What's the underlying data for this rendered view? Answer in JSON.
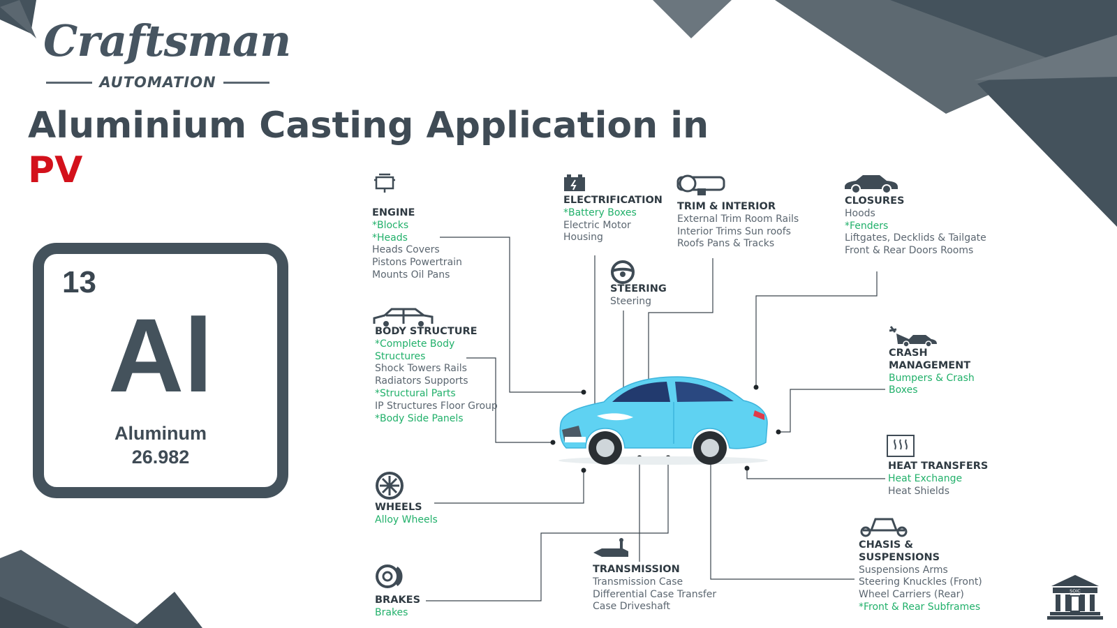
{
  "brand": {
    "name": "Craftsman",
    "tagline": "AUTOMATION"
  },
  "title": {
    "line1": "Aluminium Casting Application in",
    "line2": "PV"
  },
  "element": {
    "number": "13",
    "symbol": "Al",
    "name": "Aluminum",
    "mass": "26.982"
  },
  "colors": {
    "slate": "#44525c",
    "accent_red": "#d3111b",
    "green": "#21b06a",
    "car_blue": "#5fd2f2"
  },
  "categories": {
    "engine": {
      "icon": "engine-icon",
      "title": "ENGINE",
      "items": [
        {
          "text": "*Blocks",
          "green": true
        },
        {
          "text": "*Heads",
          "green": true
        },
        {
          "text": "Heads Covers",
          "green": false
        },
        {
          "text": "Pistons Powertrain",
          "green": false
        },
        {
          "text": "Mounts Oil Pans",
          "green": false
        }
      ]
    },
    "electrification": {
      "icon": "battery-icon",
      "title": "ELECTRIFICATION",
      "items": [
        {
          "text": "*Battery Boxes",
          "green": true
        },
        {
          "text": "Electric Motor",
          "green": false
        },
        {
          "text": "Housing",
          "green": false
        }
      ]
    },
    "trim": {
      "icon": "dashboard-icon",
      "title": "TRIM & INTERIOR",
      "items": [
        {
          "text": "External Trim Room Rails",
          "green": false
        },
        {
          "text": "Interior Trims Sun roofs",
          "green": false
        },
        {
          "text": "Roofs Pans & Tracks",
          "green": false
        }
      ]
    },
    "closures": {
      "icon": "car-side-icon",
      "title": "CLOSURES",
      "items": [
        {
          "text": "Hoods",
          "green": false
        },
        {
          "text": "*Fenders",
          "green": true
        },
        {
          "text": "Liftgates, Decklids & Tailgate",
          "green": false
        },
        {
          "text": "Front & Rear Doors Rooms",
          "green": false
        }
      ]
    },
    "steering": {
      "icon": "steering-wheel-icon",
      "title": "STEERING",
      "items": [
        {
          "text": "Steering",
          "green": false
        }
      ]
    },
    "body": {
      "icon": "car-frame-icon",
      "title": "BODY STRUCTURE",
      "items": [
        {
          "text": "*Complete Body",
          "green": true
        },
        {
          "text": "Structures",
          "green": true
        },
        {
          "text": "Shock Towers Rails",
          "green": false
        },
        {
          "text": "Radiators Supports",
          "green": false
        },
        {
          "text": "*Structural Parts",
          "green": true
        },
        {
          "text": "IP Structures Floor Group",
          "green": false
        },
        {
          "text": "*Body Side Panels",
          "green": true
        }
      ]
    },
    "crash": {
      "icon": "crash-car-icon",
      "title": "CRASH\nMANAGEMENT",
      "items": [
        {
          "text": "Bumpers & Crash",
          "green": true
        },
        {
          "text": "Boxes",
          "green": true
        }
      ]
    },
    "heat": {
      "icon": "heat-icon",
      "title": "HEAT TRANSFERS",
      "items": [
        {
          "text": "Heat Exchange",
          "green": true
        },
        {
          "text": "Heat Shields",
          "green": false
        }
      ]
    },
    "wheels": {
      "icon": "wheel-icon",
      "title": "WHEELS",
      "items": [
        {
          "text": "Alloy Wheels",
          "green": true
        }
      ]
    },
    "brakes": {
      "icon": "brake-disc-icon",
      "title": "BRAKES",
      "items": [
        {
          "text": "Brakes",
          "green": true
        }
      ]
    },
    "transmission": {
      "icon": "transmission-icon",
      "title": "TRANSMISSION",
      "items": [
        {
          "text": "Transmission Case",
          "green": false
        },
        {
          "text": "Differential Case Transfer",
          "green": false
        },
        {
          "text": "Case Driveshaft",
          "green": false
        }
      ]
    },
    "chassis": {
      "icon": "chassis-icon",
      "title": "CHASIS &\nSUSPENSIONS",
      "items": [
        {
          "text": "Suspensions Arms",
          "green": false
        },
        {
          "text": "Steering Knuckles (Front)",
          "green": false
        },
        {
          "text": "Wheel Carriers (Rear)",
          "green": false
        },
        {
          "text": "*Front & Rear Subframes",
          "green": true
        }
      ]
    }
  },
  "footer_logo": {
    "label": "SOIC",
    "icon": "bank-building-icon"
  }
}
